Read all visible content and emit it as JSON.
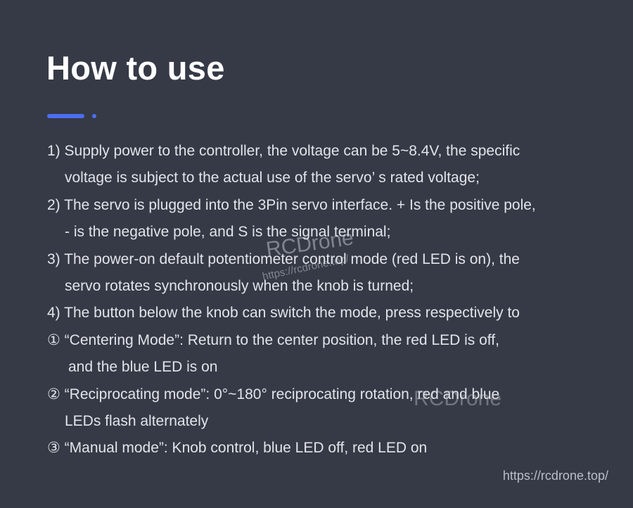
{
  "title": "How to use",
  "colors": {
    "background": "#353a46",
    "accent": "#4d6ef0",
    "text": "#e2e4ea"
  },
  "instructions": [
    "1) Supply power to the controller, the voltage can be 5~8.4V, the specific",
    "voltage is subject to the actual use of the servo’ s rated voltage;",
    "2) The servo is plugged into the 3Pin servo interface. + Is the positive pole,",
    "- is the negative pole, and S is the signal terminal;",
    "3) The power-on default potentiometer control mode (red LED is on), the",
    "servo rotates synchronously when the knob is turned;",
    "4) The button below the knob can switch the mode, press respectively to",
    "① “Centering Mode”: Return to the center position, the red LED is off,",
    "and the blue LED is on",
    "② “Reciprocating mode”:  0°~180° reciprocating rotation, red and blue",
    "LEDs flash alternately",
    "③ “Manual mode”: Knob control, blue LED off, red LED on"
  ],
  "watermarks": {
    "logo": "RCDrone",
    "url": "https://rcdrone.top/"
  },
  "footer_url": "https://rcdrone.top/"
}
